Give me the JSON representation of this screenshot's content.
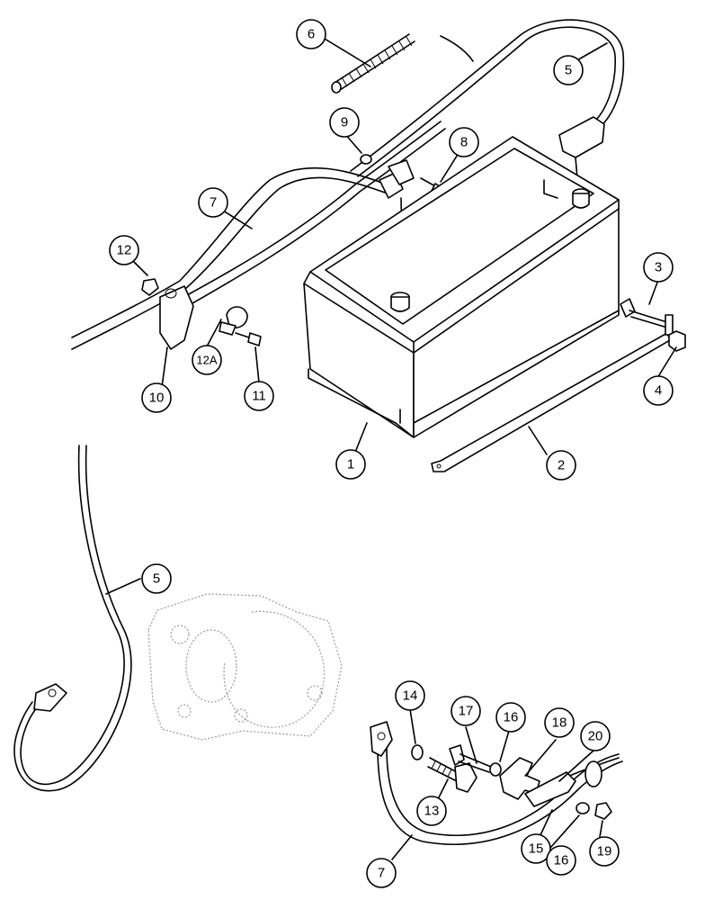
{
  "callouts": [
    {
      "id": "c1",
      "label": "1"
    },
    {
      "id": "c2",
      "label": "2"
    },
    {
      "id": "c3",
      "label": "3"
    },
    {
      "id": "c4",
      "label": "4"
    },
    {
      "id": "c5a",
      "label": "5"
    },
    {
      "id": "c5b",
      "label": "5"
    },
    {
      "id": "c6",
      "label": "6"
    },
    {
      "id": "c7a",
      "label": "7"
    },
    {
      "id": "c7b",
      "label": "7"
    },
    {
      "id": "c8",
      "label": "8"
    },
    {
      "id": "c9",
      "label": "9"
    },
    {
      "id": "c10",
      "label": "10"
    },
    {
      "id": "c11",
      "label": "11"
    },
    {
      "id": "c12",
      "label": "12"
    },
    {
      "id": "c12a",
      "label": "12A"
    },
    {
      "id": "c13",
      "label": "13"
    },
    {
      "id": "c14",
      "label": "14"
    },
    {
      "id": "c15",
      "label": "15"
    },
    {
      "id": "c16a",
      "label": "16"
    },
    {
      "id": "c16b",
      "label": "16"
    },
    {
      "id": "c17",
      "label": "17"
    },
    {
      "id": "c18",
      "label": "18"
    },
    {
      "id": "c19",
      "label": "19"
    },
    {
      "id": "c20",
      "label": "20"
    }
  ]
}
